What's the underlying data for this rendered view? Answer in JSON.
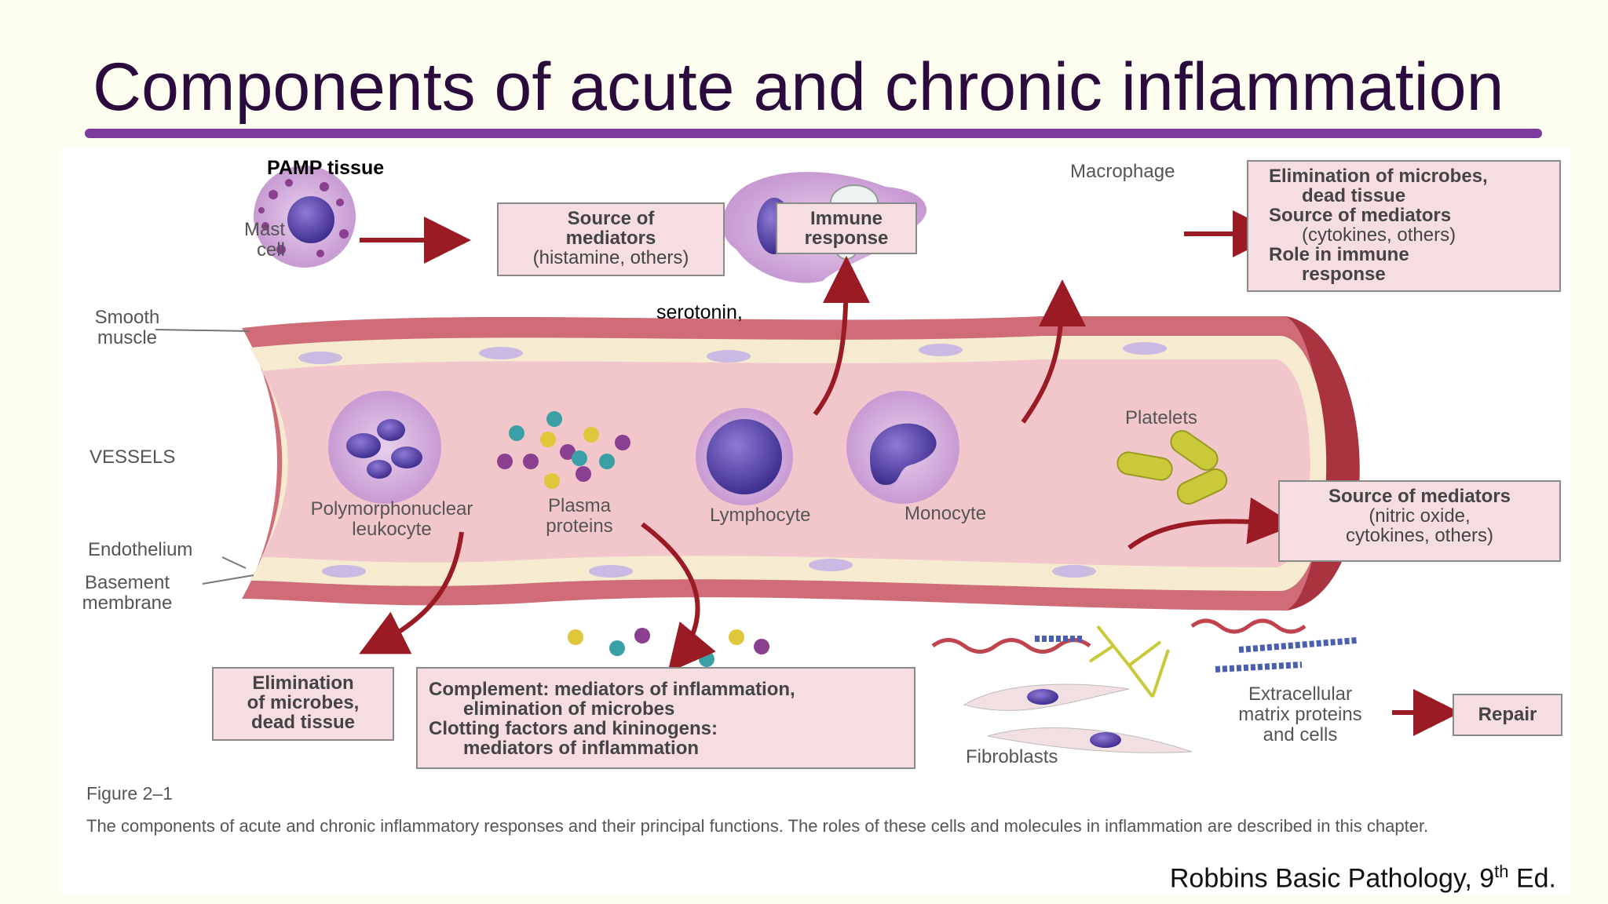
{
  "slide": {
    "title": "Components of acute and chronic inflammation",
    "accent_color": "#7b3a9c",
    "title_color": "#2b0a3d"
  },
  "figure": {
    "overlay_labels": {
      "pamp": "PAMP tissue",
      "serotonin": "serotonin,"
    },
    "cell_labels": {
      "mast_cell": [
        "Mast",
        "cell"
      ],
      "macrophage": "Macrophage",
      "pmn": [
        "Polymorphonuclear",
        "leukocyte"
      ],
      "plasma": [
        "Plasma",
        "proteins"
      ],
      "lymphocyte": "Lymphocyte",
      "monocyte": "Monocyte",
      "platelets": "Platelets",
      "fibroblasts": "Fibroblasts",
      "ecm": [
        "Extracellular",
        "matrix proteins",
        "and cells"
      ]
    },
    "tissue_labels": {
      "smooth_muscle": [
        "Smooth",
        "muscle"
      ],
      "vessels": "VESSELS",
      "endothelium": "Endothelium",
      "basement": [
        "Basement",
        "membrane"
      ]
    },
    "boxes": {
      "mast_source": [
        "Source of",
        "mediators",
        "(histamine, others)"
      ],
      "immune": [
        "Immune",
        "response"
      ],
      "macrophage_roles": [
        "Elimination of microbes,",
        "dead tissue",
        "Source of mediators",
        "(cytokines, others)",
        "Role in immune",
        "response"
      ],
      "endothelium_source": [
        "Source of mediators",
        "(nitric oxide,",
        "cytokines, others)"
      ],
      "pmn_elim": [
        "Elimination",
        "of microbes,",
        "dead tissue"
      ],
      "complement": [
        "Complement: mediators of inflammation,",
        "elimination of microbes",
        "Clotting factors and kininogens:",
        "mediators of inflammation"
      ],
      "repair": "Repair"
    },
    "caption_number": "Figure 2–1",
    "caption": "The components of acute and chronic inflammatory responses and their principal functions. The roles of these cells and molecules in inflammation are described in this chapter.",
    "credit_main": "Robbins Basic Pathology, 9",
    "credit_sup": "th",
    "credit_end": " Ed."
  }
}
